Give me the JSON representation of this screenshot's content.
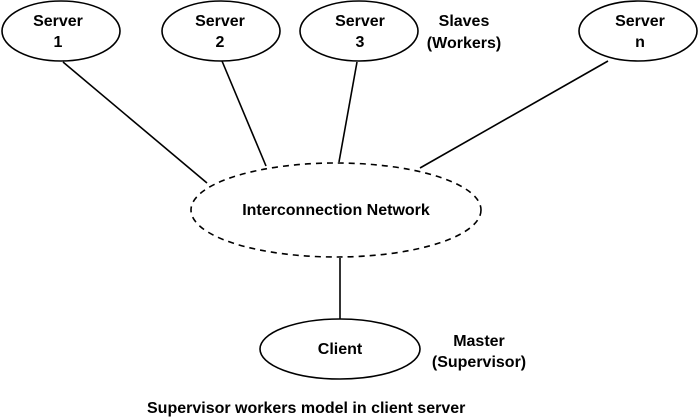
{
  "diagram": {
    "caption": "Supervisor workers model in client server",
    "servers": [
      {
        "line1": "Server",
        "line2": "1"
      },
      {
        "line1": "Server",
        "line2": "2"
      },
      {
        "line1": "Server",
        "line2": "3"
      },
      {
        "line1": "Server",
        "line2": "n"
      }
    ],
    "slaves_label": {
      "line1": "Slaves",
      "line2": "(Workers)"
    },
    "network_label": "Interconnection Network",
    "client_label": "Client",
    "master_label": {
      "line1": "Master",
      "line2": "(Supervisor)"
    },
    "colors": {
      "stroke": "#000000",
      "background": "#ffffff"
    }
  }
}
